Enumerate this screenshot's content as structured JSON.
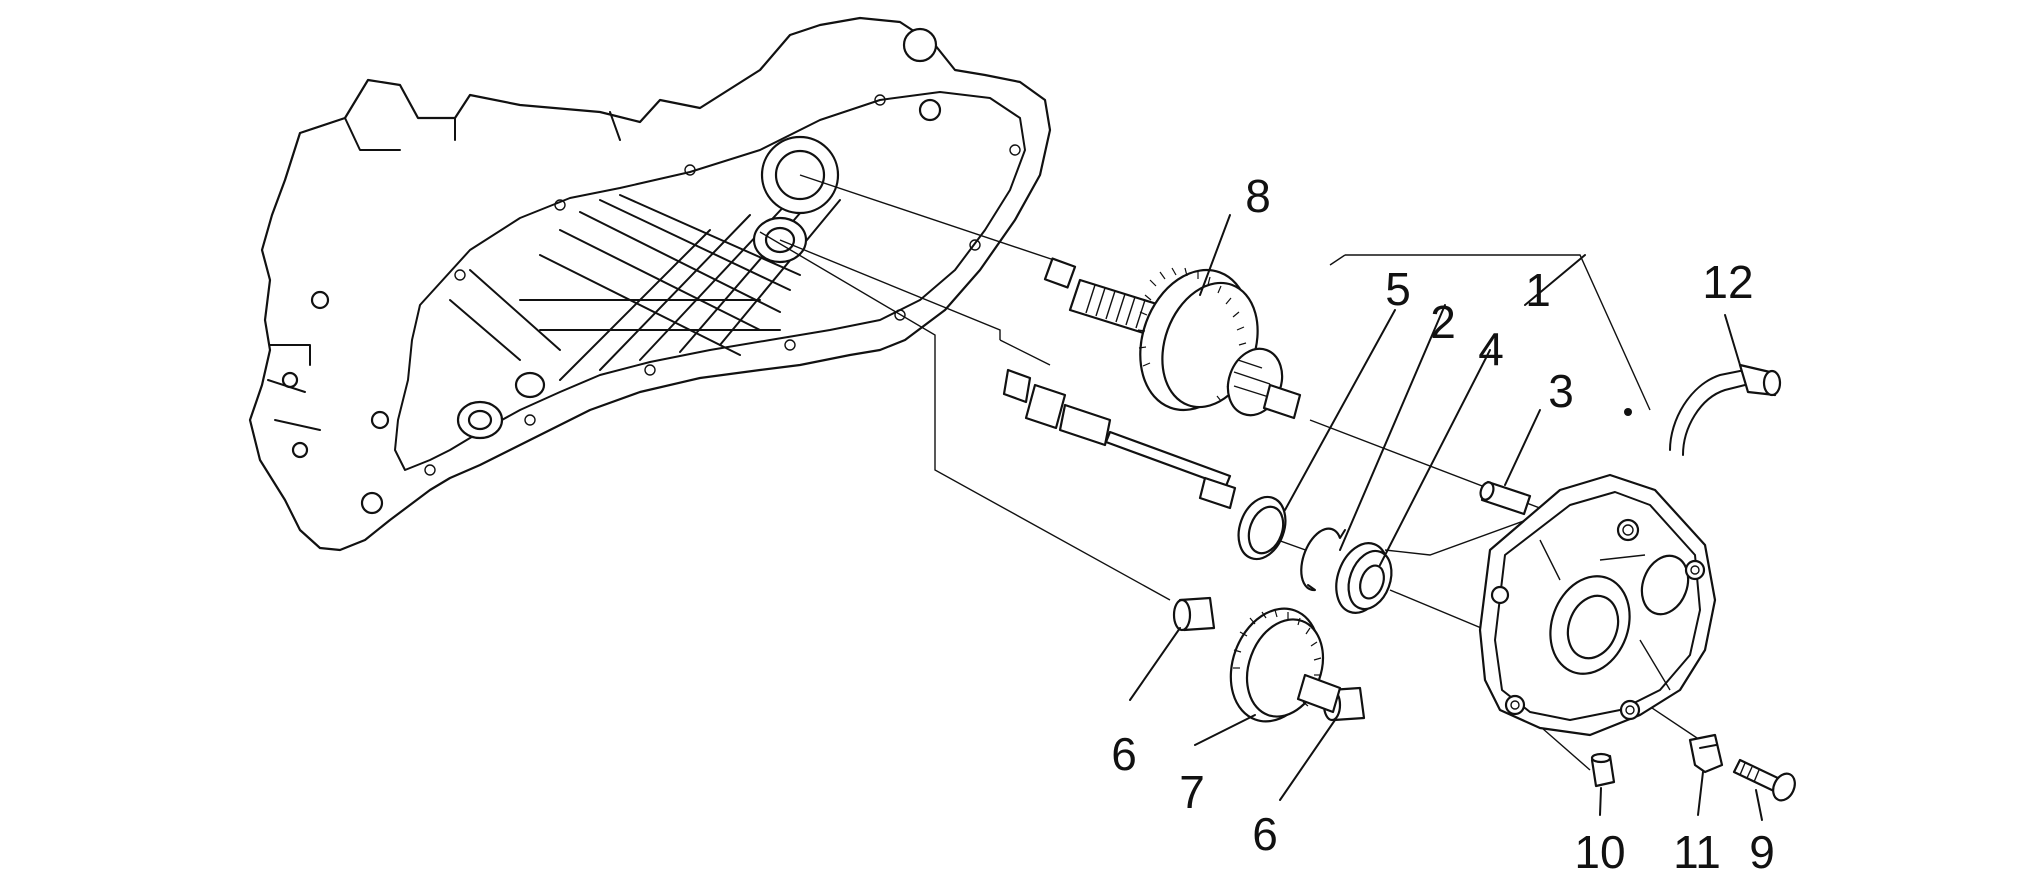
{
  "callouts": {
    "p1": "1",
    "p2": "2",
    "p3": "3",
    "p4": "4",
    "p5": "5",
    "p6a": "6",
    "p6b": "6",
    "p7": "7",
    "p8": "8",
    "p9": "9",
    "p10": "10",
    "p11": "11",
    "p12": "12"
  }
}
